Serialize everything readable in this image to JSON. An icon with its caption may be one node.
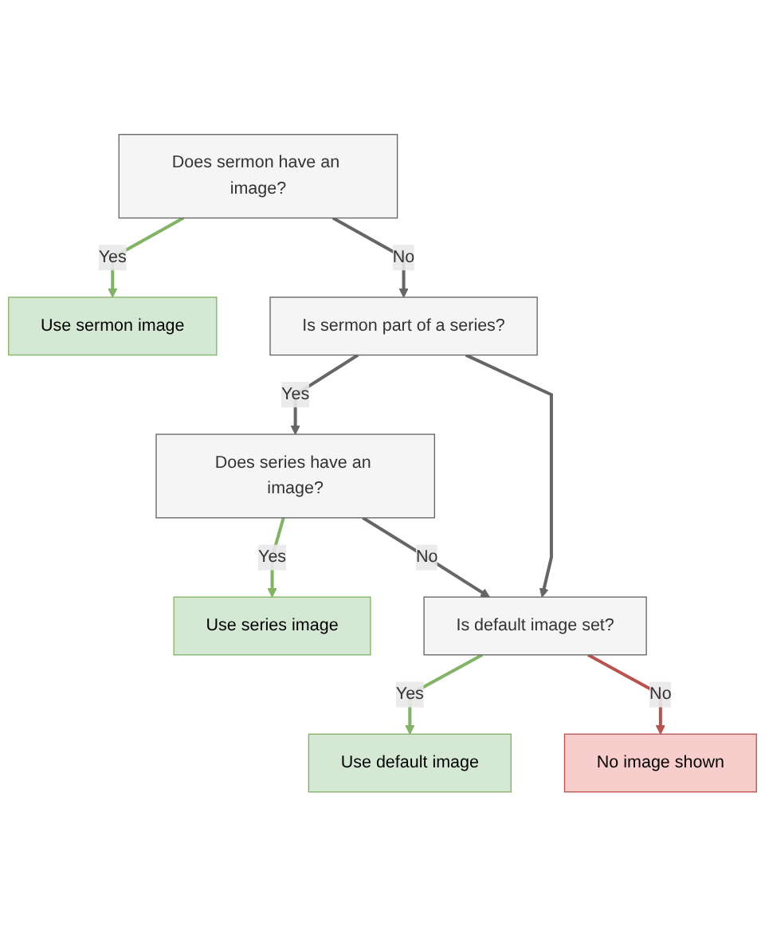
{
  "diagram": {
    "nodes": [
      {
        "text": [
          "Does sermon have an image?"
        ]
      },
      {
        "text": [
          "Use sermon image"
        ]
      },
      {
        "text": [
          "Is sermon part of a series?"
        ]
      },
      {
        "text": [
          "Does series have an image?"
        ]
      },
      {
        "text": [
          "Use series image"
        ]
      },
      {
        "text": [
          "Is default image set?"
        ]
      },
      {
        "text": [
          "Use default image"
        ]
      },
      {
        "text": [
          "No image shown"
        ]
      }
    ],
    "edges": [
      {
        "from": 0,
        "to": 1,
        "arrow": "to",
        "label": "Yes",
        "color": "#82b366"
      },
      {
        "from": 0,
        "to": 2,
        "arrow": "to",
        "label": "No"
      },
      {
        "from": 2,
        "to": 3,
        "arrow": "to",
        "label": "Yes"
      },
      {
        "from": 3,
        "to": 4,
        "arrow": "to",
        "label": "Yes",
        "color": "#82b366"
      },
      {
        "from": 3,
        "to": 5,
        "arrow": "to",
        "label": "No"
      },
      {
        "from": 2,
        "to": 5,
        "arrow": "to"
      },
      {
        "from": 5,
        "to": 6,
        "arrow": "to",
        "label": "Yes",
        "color": "#82b366"
      },
      {
        "from": 5,
        "to": 7,
        "arrow": "to",
        "label": "No",
        "color": "#b85450"
      }
    ]
  }
}
